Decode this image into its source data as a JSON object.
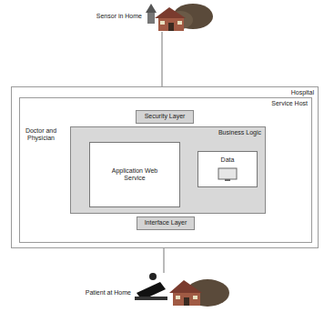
{
  "diagram": {
    "nodes": [
      {
        "text": [
          "Hospital"
        ]
      },
      {
        "text": [
          "Service Host"
        ],
        "in": 0
      },
      {
        "text": [
          "Security Layer"
        ],
        "in": 1
      },
      {
        "text": [
          "Business Logic"
        ],
        "in": 1
      },
      {
        "text": [
          "Application Web Service"
        ],
        "in": 3
      },
      {
        "text": [
          "Data"
        ],
        "in": 3
      },
      {
        "text": [
          "Interface Layer"
        ],
        "in": 1
      }
    ],
    "edges": [
      {
        "from": 2,
        "to": 4,
        "arrow": "none"
      },
      {
        "from": 4,
        "to": 5,
        "arrow": "none"
      },
      {
        "from": 4,
        "to": 6,
        "arrow": "none"
      }
    ],
    "labels": [
      "Sensor in Home",
      "Patient at Home",
      "Doctor and Physician"
    ]
  }
}
